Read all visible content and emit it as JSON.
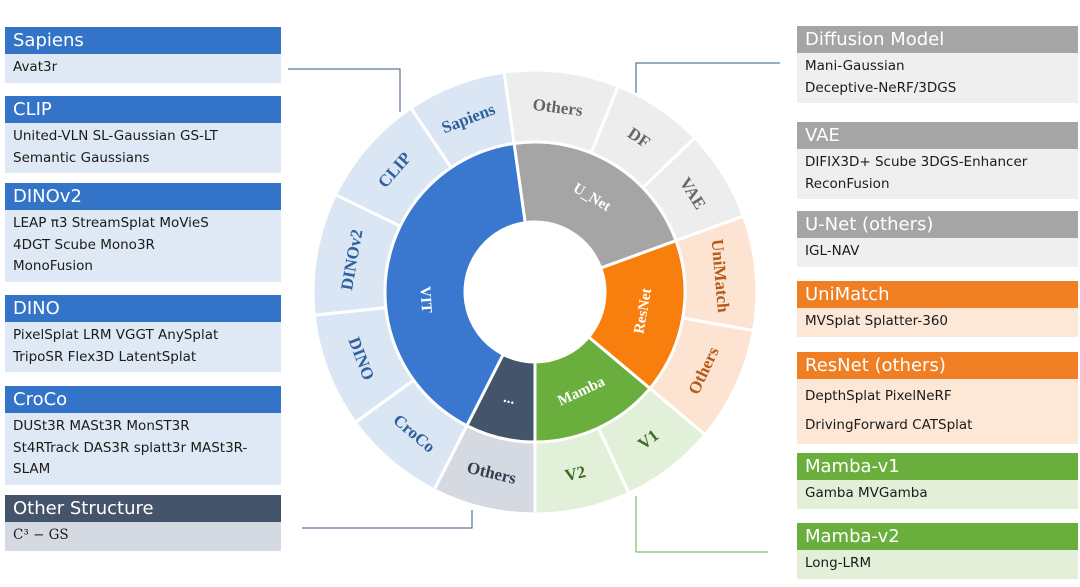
{
  "left_boxes": [
    {
      "header": "Sapiens",
      "items": [
        "Avat3r"
      ],
      "header_color": "#3374c8",
      "body_color": "#dfe9f5"
    },
    {
      "header": "CLIP",
      "items": [
        "United-VLN  SL-Gaussian GS-LT",
        "Semantic Gaussians"
      ],
      "header_color": "#3374c8",
      "body_color": "#dfe9f5"
    },
    {
      "header": "DINOv2",
      "items": [
        "LEAP  π3  StreamSplat  MoVieS",
        "4DGT  Scube  Mono3R",
        "MonoFusion"
      ],
      "header_color": "#3374c8",
      "body_color": "#dfe9f5"
    },
    {
      "header": "DINO",
      "items": [
        "PixelSplat LRM  VGGT AnySplat",
        "TripoSR Flex3D LatentSplat"
      ],
      "header_color": "#3374c8",
      "body_color": "#dfe9f5"
    },
    {
      "header": "CroCo",
      "items": [
        "DUSt3R  MASt3R  MonST3R",
        "St4RTrack  DAS3R  splatt3r MASt3R-",
        "SLAM"
      ],
      "header_color": "#3374c8",
      "body_color": "#dfe9f5"
    },
    {
      "header": "Other Structure",
      "items": [
        "C³ − GS"
      ],
      "header_color": "#44546a",
      "body_color": "#d5dae2"
    }
  ],
  "right_boxes": [
    {
      "header": "Diffusion Model",
      "items": [
        "Mani-Gaussian",
        "Deceptive-NeRF/3DGS"
      ],
      "header_color": "#a5a5a5",
      "body_color": "#efefef"
    },
    {
      "header": "VAE",
      "items": [
        "DIFIX3D+ Scube  3DGS-Enhancer",
        "ReconFusion"
      ],
      "header_color": "#a5a5a5",
      "body_color": "#efefef"
    },
    {
      "header": "U-Net (others)",
      "items": [
        "IGL-NAV"
      ],
      "header_color": "#a5a5a5",
      "body_color": "#efefef"
    },
    {
      "header": "UniMatch",
      "items": [
        "MVSplat  Splatter-360"
      ],
      "header_color": "#f07f24",
      "body_color": "#fde7d6"
    },
    {
      "header": "ResNet (others)",
      "items": [
        "DepthSplat  PixelNeRF",
        "DrivingForward  CATSplat"
      ],
      "header_color": "#f07f24",
      "body_color": "#fde7d6"
    },
    {
      "header": "Mamba-v1",
      "items": [
        "Gamba  MVGamba"
      ],
      "header_color": "#6aaf3d",
      "body_color": "#e3efd9"
    },
    {
      "header": "Mamba-v2",
      "items": [
        "Long-LRM"
      ],
      "header_color": "#6aaf3d",
      "body_color": "#e3efd9"
    }
  ],
  "wheel": {
    "inner": [
      {
        "label": "VIT",
        "start": 180,
        "end": 352,
        "color": "#3a78d0",
        "text_color": "#ffffff"
      },
      {
        "label": "U_Net",
        "start": 352,
        "end": 70,
        "color": "#a5a5a5",
        "text_color": "#ffffff"
      },
      {
        "label": "ResNet",
        "start": 70,
        "end": 130,
        "color": "#f87f0d",
        "text_color": "#ffffff"
      },
      {
        "label": "Mamba",
        "start": 130,
        "end": 180,
        "color": "#6aaf3d",
        "text_color": "#ffffff"
      },
      {
        "label": "...",
        "start": 180,
        "end": 207,
        "color": "#44546a",
        "text_color": "#ffffff"
      }
    ],
    "outer": [
      {
        "label": "Sapiens",
        "start": 326,
        "end": 352,
        "color": "#dbe6f4",
        "text_color": "#2e5f9e"
      },
      {
        "label": "CLIP",
        "start": 296,
        "end": 326,
        "color": "#dbe6f4",
        "text_color": "#2e5f9e"
      },
      {
        "label": "DINOv2",
        "start": 264,
        "end": 296,
        "color": "#dbe6f4",
        "text_color": "#2e5f9e"
      },
      {
        "label": "DINO",
        "start": 234,
        "end": 264,
        "color": "#dbe6f4",
        "text_color": "#2e5f9e"
      },
      {
        "label": "CroCo",
        "start": 207,
        "end": 234,
        "color": "#dbe6f4",
        "text_color": "#2e5f9e"
      },
      {
        "label": "Others",
        "start": 180,
        "end": 207,
        "color": "#d5dae2",
        "text_color": "#333f50"
      },
      {
        "label": "Others",
        "start": 352,
        "end": 22,
        "color": "#ededed",
        "text_color": "#666666"
      },
      {
        "label": "DF",
        "start": 22,
        "end": 46,
        "color": "#ededed",
        "text_color": "#666666"
      },
      {
        "label": "VAE",
        "start": 46,
        "end": 70,
        "color": "#ededed",
        "text_color": "#666666"
      },
      {
        "label": "UniMatch",
        "start": 70,
        "end": 100,
        "color": "#fde4d2",
        "text_color": "#b55a17"
      },
      {
        "label": "Others",
        "start": 100,
        "end": 130,
        "color": "#fde4d2",
        "text_color": "#b55a17"
      },
      {
        "label": "V1",
        "start": 130,
        "end": 155,
        "color": "#e2efd9",
        "text_color": "#3b6b1f"
      },
      {
        "label": "V2",
        "start": 155,
        "end": 180,
        "color": "#e2efd9",
        "text_color": "#3b6b1f"
      }
    ]
  }
}
